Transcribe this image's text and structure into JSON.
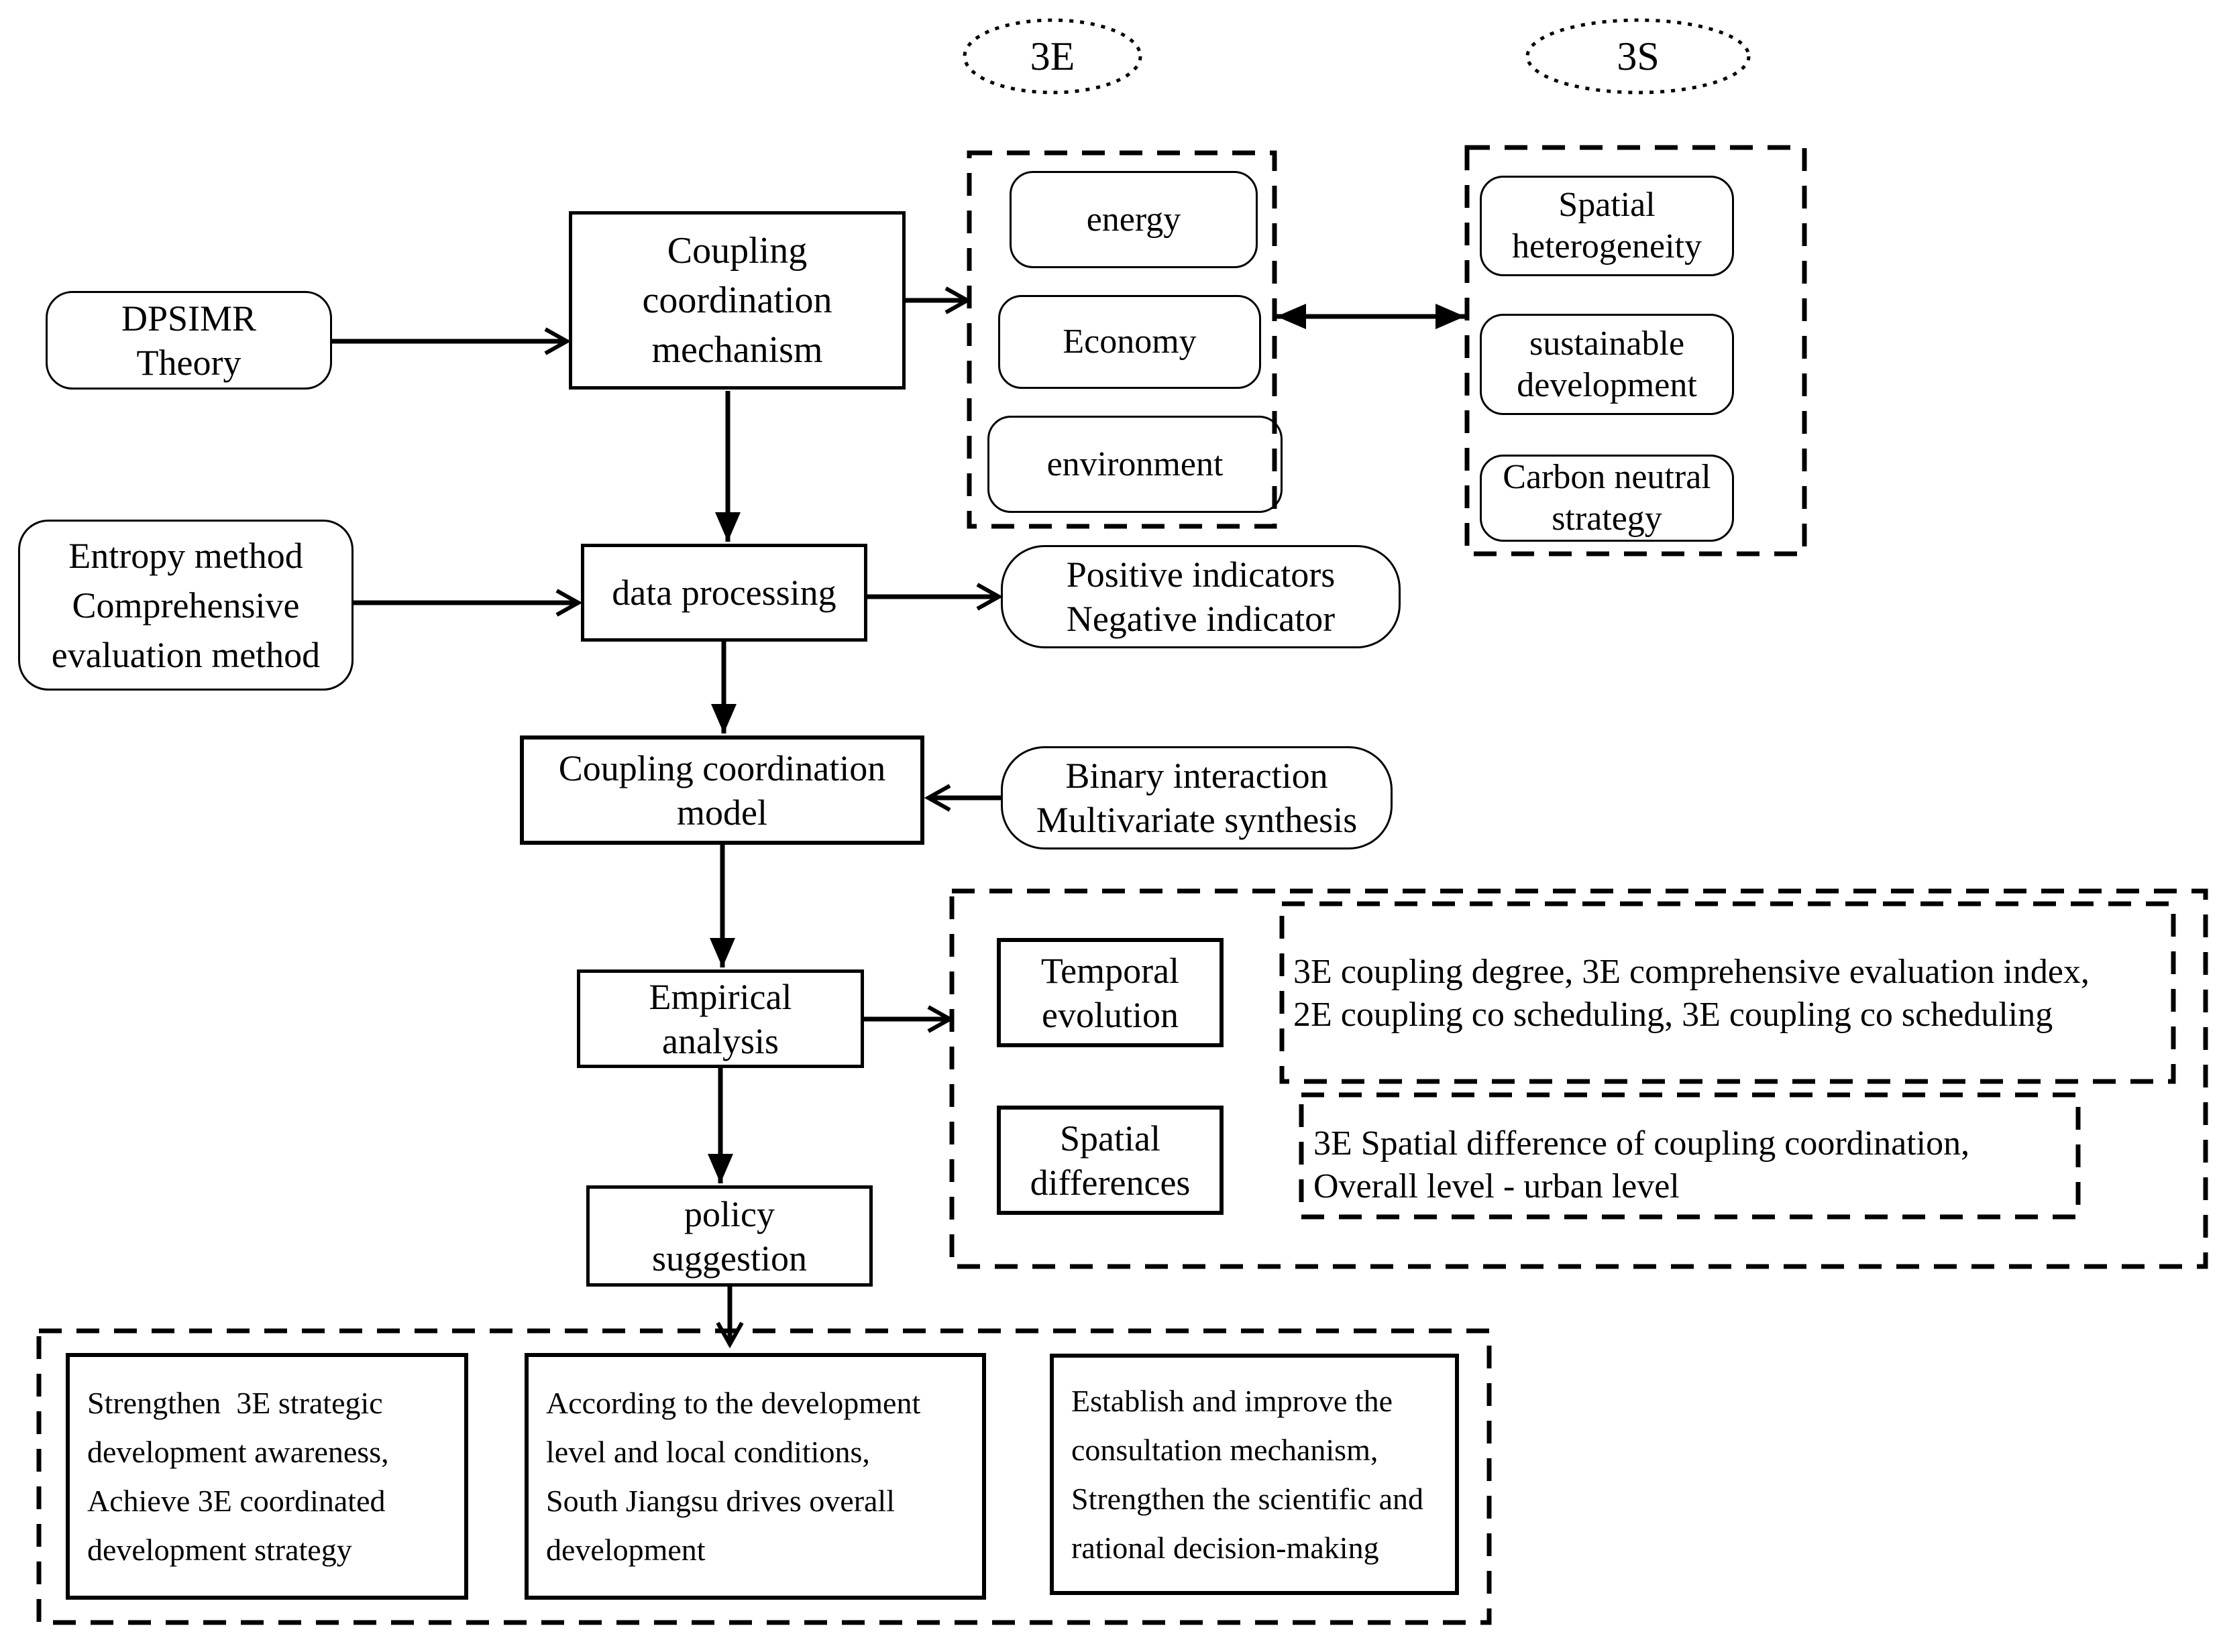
{
  "canvas": {
    "background": "#ffffff",
    "ink": "#000000"
  },
  "groups": {
    "e3": {
      "badge": "3E"
    },
    "s3": {
      "badge": "3S"
    }
  },
  "nodes": {
    "dpsimr": "DPSIMR\nTheory",
    "coupling_mechanism": "Coupling\ncoordination\nmechanism",
    "energy": "energy",
    "economy": "Economy",
    "environment": "environment",
    "spatial_heterogeneity": "Spatial\nheterogeneity",
    "sustainable_development": "sustainable\ndevelopment",
    "carbon_neutral_strategy": "Carbon neutral\nstrategy",
    "entropy_method": "Entropy method\nComprehensive\nevaluation method",
    "data_processing": "data processing",
    "indicators": "Positive indicators\nNegative indicator",
    "coupling_model": "Coupling coordination\nmodel",
    "interaction": "Binary interaction\nMultivariate synthesis",
    "empirical_analysis": "Empirical\nanalysis",
    "temporal_evolution": "Temporal\nevolution",
    "spatial_differences": "Spatial\ndifferences",
    "temporal_results": "3E coupling degree, 3E comprehensive evaluation index,\n2E coupling co scheduling, 3E coupling co scheduling",
    "spatial_results": "3E Spatial difference of coupling coordination,\nOverall level - urban level",
    "policy_suggestion": "policy\nsuggestion",
    "policy_1": "Strengthen  3E strategic\ndevelopment awareness,\nAchieve 3E coordinated\ndevelopment strategy",
    "policy_2": "According to the development\nlevel and local conditions,\nSouth Jiangsu drives overall\ndevelopment",
    "policy_3": "Establish and improve the\nconsultation mechanism,\nStrengthen the scientific and\nrational decision-making"
  }
}
